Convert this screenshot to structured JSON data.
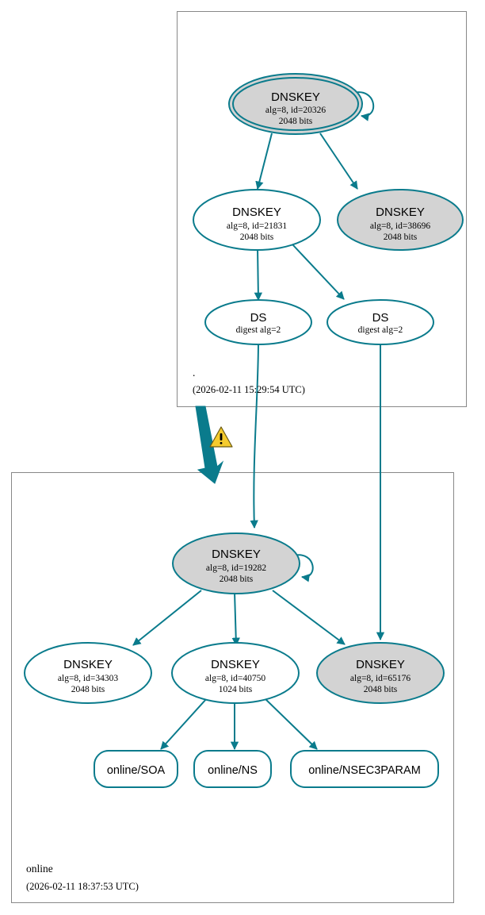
{
  "diagram": {
    "type": "dnssec-authentication-chain",
    "colors": {
      "edge": "#0a7b8c",
      "node_stroke": "#0a7b8c",
      "node_fill_secure": "#d3d3d3",
      "node_fill_plain": "#ffffff",
      "zone_border": "#888888",
      "warning_fill": "#f5cb2e"
    }
  },
  "zones": [
    {
      "id": "root",
      "name": ".",
      "timestamp": "(2026-02-11 15:29:54 UTC)"
    },
    {
      "id": "online",
      "name": "online",
      "timestamp": "(2026-02-11 18:37:53 UTC)"
    }
  ],
  "nodes": {
    "root_ksk_20326": {
      "type": "DNSKEY",
      "title": "DNSKEY",
      "line2": "alg=8, id=20326",
      "line3": "2048 bits",
      "alg": 8,
      "key_id": 20326,
      "bits": 2048,
      "style": "double-ellipse-gray",
      "self_signed": true
    },
    "root_zsk_21831": {
      "type": "DNSKEY",
      "title": "DNSKEY",
      "line2": "alg=8, id=21831",
      "line3": "2048 bits",
      "alg": 8,
      "key_id": 21831,
      "bits": 2048,
      "style": "ellipse-white",
      "self_signed": false
    },
    "root_key_38696": {
      "type": "DNSKEY",
      "title": "DNSKEY",
      "line2": "alg=8, id=38696",
      "line3": "2048 bits",
      "alg": 8,
      "key_id": 38696,
      "bits": 2048,
      "style": "ellipse-gray",
      "self_signed": false
    },
    "ds_left": {
      "type": "DS",
      "title": "DS",
      "line2": "digest alg=2",
      "digest_alg": 2,
      "style": "ellipse-white"
    },
    "ds_right": {
      "type": "DS",
      "title": "DS",
      "line2": "digest alg=2",
      "digest_alg": 2,
      "style": "ellipse-white"
    },
    "online_ksk_19282": {
      "type": "DNSKEY",
      "title": "DNSKEY",
      "line2": "alg=8, id=19282",
      "line3": "2048 bits",
      "alg": 8,
      "key_id": 19282,
      "bits": 2048,
      "style": "ellipse-gray",
      "self_signed": true
    },
    "online_key_34303": {
      "type": "DNSKEY",
      "title": "DNSKEY",
      "line2": "alg=8, id=34303",
      "line3": "2048 bits",
      "alg": 8,
      "key_id": 34303,
      "bits": 2048,
      "style": "ellipse-white",
      "self_signed": false
    },
    "online_zsk_40750": {
      "type": "DNSKEY",
      "title": "DNSKEY",
      "line2": "alg=8, id=40750",
      "line3": "1024 bits",
      "alg": 8,
      "key_id": 40750,
      "bits": 1024,
      "style": "ellipse-white",
      "self_signed": false
    },
    "online_key_65176": {
      "type": "DNSKEY",
      "title": "DNSKEY",
      "line2": "alg=8, id=65176",
      "line3": "2048 bits",
      "alg": 8,
      "key_id": 65176,
      "bits": 2048,
      "style": "ellipse-gray",
      "self_signed": false
    },
    "rrset_soa": {
      "type": "RRset",
      "label": "online/SOA"
    },
    "rrset_ns": {
      "type": "RRset",
      "label": "online/NS"
    },
    "rrset_nsec3param": {
      "type": "RRset",
      "label": "online/NSEC3PARAM"
    }
  },
  "warning": {
    "icon": "warning-triangle-icon",
    "glyph": "!"
  }
}
